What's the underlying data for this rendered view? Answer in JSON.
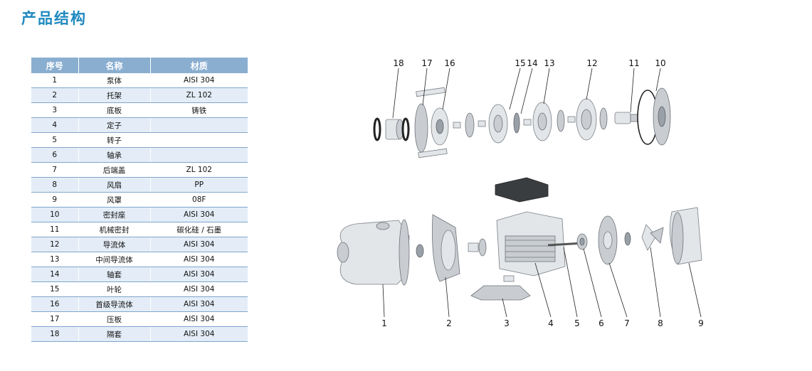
{
  "page": {
    "title": "产品结构"
  },
  "table": {
    "headers": [
      "序号",
      "名称",
      "材质"
    ],
    "rows": [
      {
        "no": "1",
        "name": "泵体",
        "material": "AISI 304"
      },
      {
        "no": "2",
        "name": "托架",
        "material": "ZL 102"
      },
      {
        "no": "3",
        "name": "底板",
        "material": "铸铁"
      },
      {
        "no": "4",
        "name": "定子",
        "material": ""
      },
      {
        "no": "5",
        "name": "转子",
        "material": ""
      },
      {
        "no": "6",
        "name": "轴承",
        "material": ""
      },
      {
        "no": "7",
        "name": "后端盖",
        "material": "ZL 102"
      },
      {
        "no": "8",
        "name": "风扇",
        "material": "PP"
      },
      {
        "no": "9",
        "name": "风罩",
        "material": "08F"
      },
      {
        "no": "10",
        "name": "密封座",
        "material": "AISI 304"
      },
      {
        "no": "11",
        "name": "机械密封",
        "material": "碳化硅 / 石墨"
      },
      {
        "no": "12",
        "name": "导流体",
        "material": "AISI 304"
      },
      {
        "no": "13",
        "name": "中间导流体",
        "material": "AISI 304"
      },
      {
        "no": "14",
        "name": "轴套",
        "material": "AISI 304"
      },
      {
        "no": "15",
        "name": "叶轮",
        "material": "AISI 304"
      },
      {
        "no": "16",
        "name": "首级导流体",
        "material": "AISI 304"
      },
      {
        "no": "17",
        "name": "压板",
        "material": "AISI 304"
      },
      {
        "no": "18",
        "name": "隔套",
        "material": "AISI 304"
      }
    ]
  },
  "diagram": {
    "top_labels": [
      "18",
      "17",
      "16",
      "15",
      "14",
      "13",
      "12",
      "11",
      "10"
    ],
    "bottom_labels": [
      "1",
      "2",
      "3",
      "4",
      "5",
      "6",
      "7",
      "8",
      "9"
    ]
  }
}
